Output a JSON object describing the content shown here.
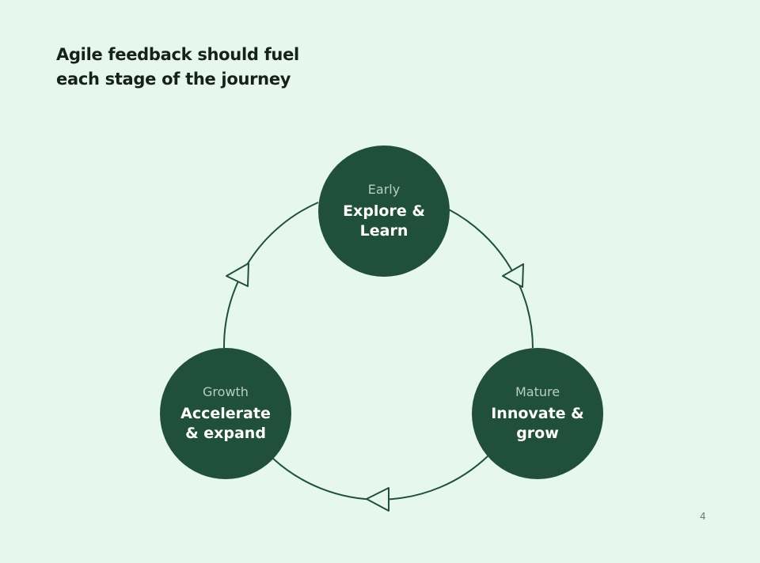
{
  "slide": {
    "title_lines": [
      "Agile feedback should fuel",
      "each stage of the journey"
    ],
    "page_number": "4"
  },
  "colors": {
    "background": "#e6f7ef",
    "node_fill": "#20503c",
    "cycle_stroke": "#20503c",
    "title_text": "#15221b",
    "stage_text": "#b9cdc2"
  },
  "cycle": {
    "direction": "clockwise",
    "arrow_style": "hollow-triangle",
    "stages": [
      {
        "stage": "Early",
        "label_lines": [
          "Explore &",
          "Learn"
        ]
      },
      {
        "stage": "Mature",
        "label_lines": [
          "Innovate &",
          "grow"
        ]
      },
      {
        "stage": "Growth",
        "label_lines": [
          "Accelerate",
          "& expand"
        ]
      }
    ]
  }
}
